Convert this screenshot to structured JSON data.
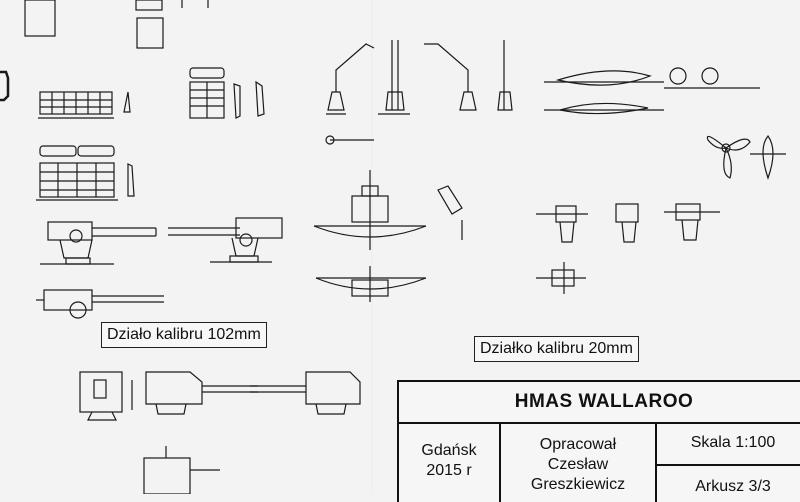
{
  "labels": {
    "gun_102": "Działo kalibru 102mm",
    "gun_20": "Działko kalibru 20mm"
  },
  "title_block": {
    "ship_name": "HMAS WALLAROO",
    "place": "Gdańsk",
    "year": "2015 r",
    "author_caption": "Opracował",
    "author_first": "Czesław",
    "author_last": "Greszkiewicz",
    "scale": "Skala 1:100",
    "sheet": "Arkusz 3/3"
  },
  "colors": {
    "paper": "#f3f3f3",
    "ink": "#1a1a1a"
  }
}
